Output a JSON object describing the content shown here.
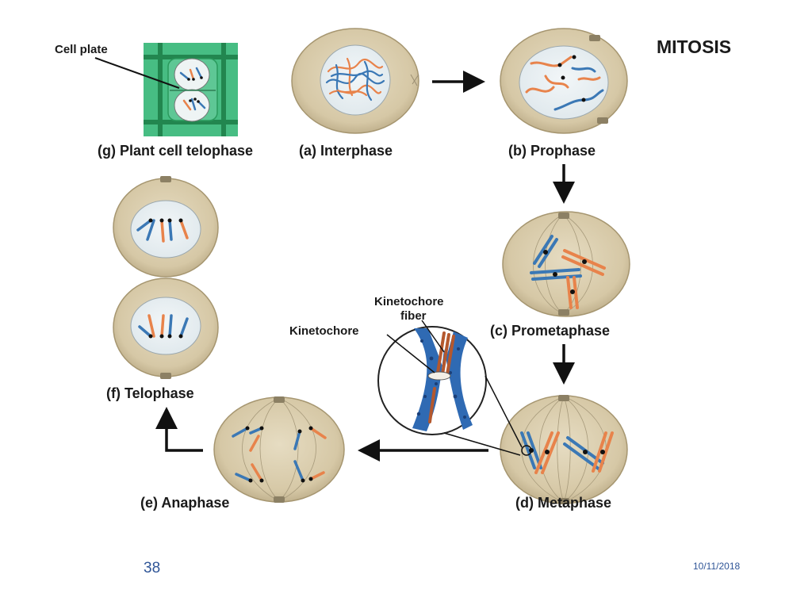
{
  "diagram": {
    "title": "MITOSIS",
    "stages": {
      "g": "(g) Plant cell telophase",
      "a": "(a) Interphase",
      "b": "(b) Prophase",
      "c": "(c) Prometaphase",
      "d": "(d) Metaphase",
      "e": "(e) Anaphase",
      "f": "(f) Telophase"
    },
    "callouts": {
      "cell_plate": "Cell plate",
      "kinetochore": "Kinetochore",
      "kinetochore_fiber_line1": "Kinetochore",
      "kinetochore_fiber_line2": "fiber"
    }
  },
  "footer": {
    "slide_number": "38",
    "date": "10/11/2018"
  },
  "colors": {
    "cell_fill": "#d9ccae",
    "nucleus_fill": "#e9eff2",
    "chromosome_blue": "#3b78b5",
    "chromosome_orange": "#e8834b",
    "plant_green": "#3fb37a",
    "arrow": "#111111"
  }
}
